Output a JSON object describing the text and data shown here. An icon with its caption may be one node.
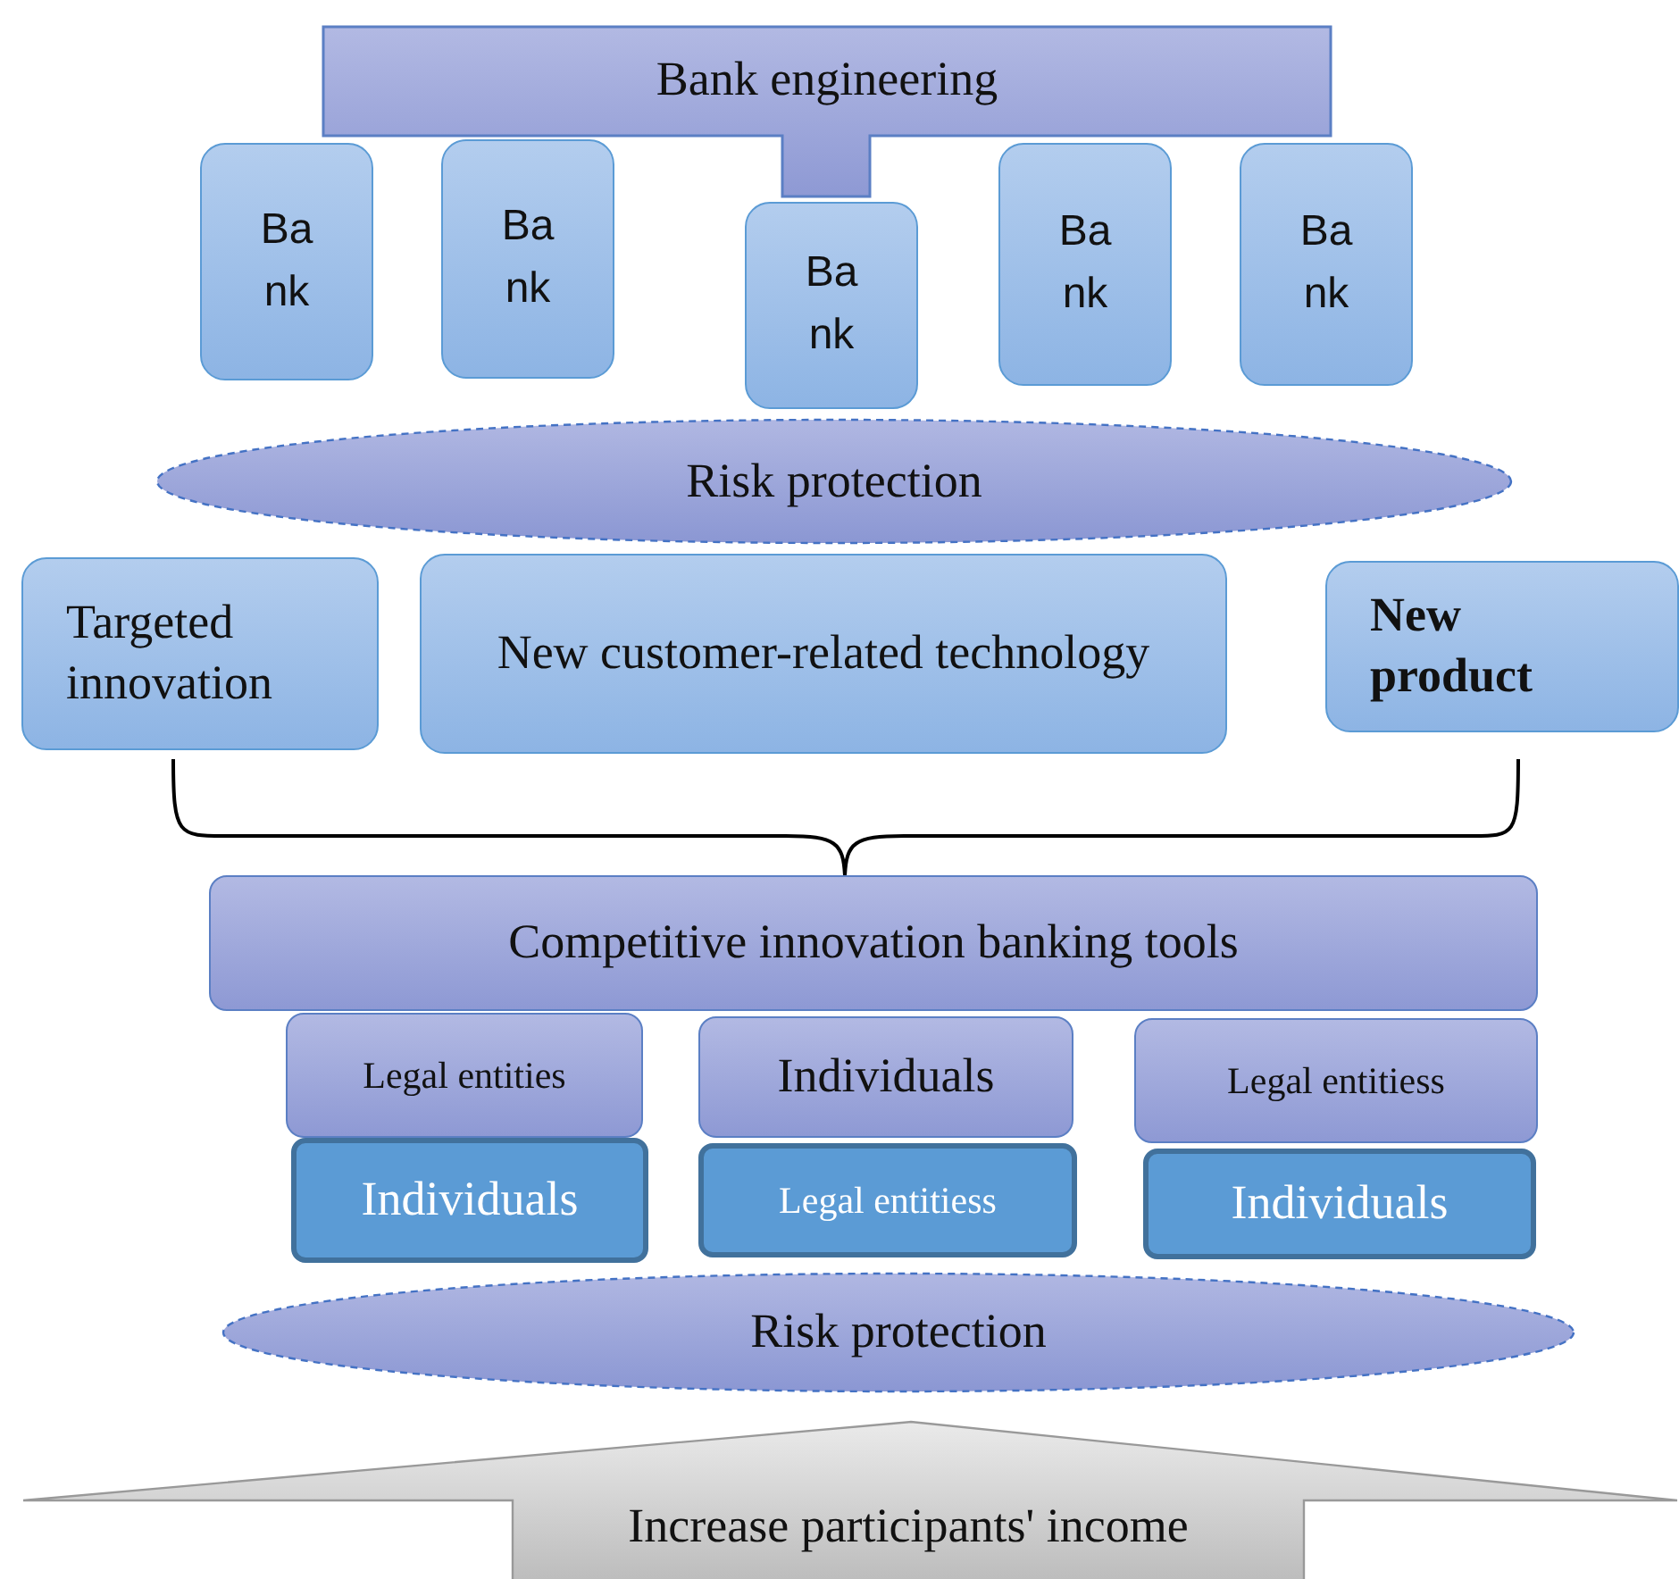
{
  "diagram": {
    "nodes": [
      {
        "text": [
          "Bank engineering"
        ]
      },
      {
        "text": [
          "Bank"
        ]
      },
      {
        "text": [
          "Bank"
        ]
      },
      {
        "text": [
          "Bank"
        ]
      },
      {
        "text": [
          "Bank"
        ]
      },
      {
        "text": [
          "Bank"
        ]
      },
      {
        "text": [
          "Risk protection"
        ]
      },
      {
        "text": [
          "Targeted innovation"
        ]
      },
      {
        "text": [
          "New customer-related technology"
        ]
      },
      {
        "text": [
          "New product"
        ]
      },
      {
        "text": [
          "Competitive innovation banking tools"
        ]
      },
      {
        "text": [
          "Legal entities"
        ]
      },
      {
        "text": [
          "Individuals"
        ]
      },
      {
        "text": [
          "Legal entitiess"
        ]
      },
      {
        "text": [
          "Individuals"
        ]
      },
      {
        "text": [
          "Legal entitiess"
        ]
      },
      {
        "text": [
          "Individuals"
        ]
      },
      {
        "text": [
          "Risk protection"
        ]
      },
      {
        "text": [
          "Increase participants' income"
        ]
      }
    ]
  }
}
